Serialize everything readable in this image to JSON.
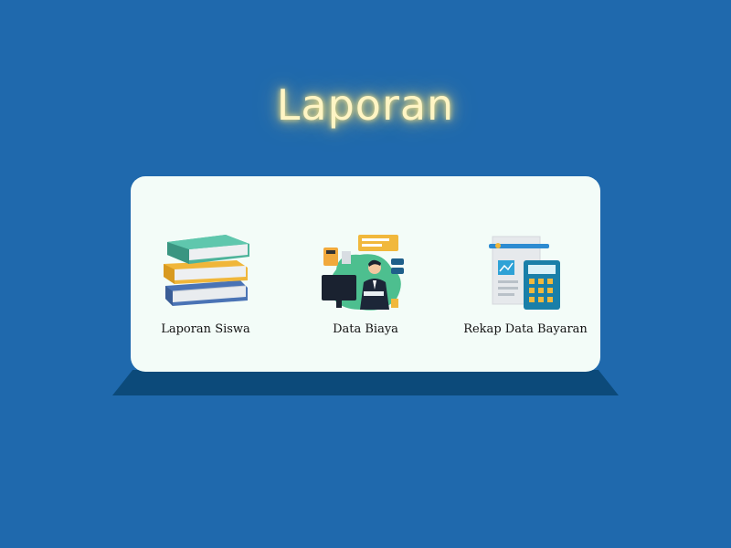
{
  "page": {
    "title": "Laporan",
    "background_color": "#1f69ad",
    "title_glow_color": "#fff5c4"
  },
  "menu": {
    "items": [
      {
        "label": "Laporan Siswa",
        "icon": "books-stack-icon"
      },
      {
        "label": "Data Biaya",
        "icon": "finance-worker-icon"
      },
      {
        "label": "Rekap Data Bayaran",
        "icon": "calculator-report-icon"
      }
    ]
  }
}
